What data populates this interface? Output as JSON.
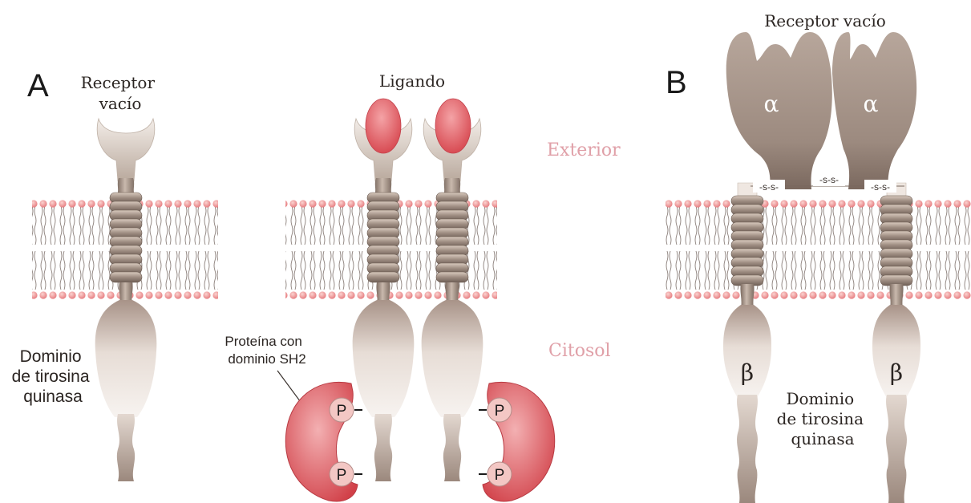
{
  "panels": {
    "a": {
      "letter": "A",
      "receptor_label": [
        "Receptor",
        "vacío"
      ],
      "ligand_label": "Ligando",
      "kinase_label": [
        "Dominio",
        "de tirosina",
        "quinasa"
      ],
      "sh2_label": [
        "Proteína con",
        "dominio SH2"
      ],
      "exterior_label": "Exterior",
      "cytosol_label": "Citosol",
      "phospho": "P"
    },
    "b": {
      "letter": "B",
      "receptor_label": "Receptor vacío",
      "alpha": "α",
      "beta": "β",
      "disulfide": "-s-s-",
      "kinase_label": [
        "Dominio",
        "de tirosina",
        "quinasa"
      ]
    }
  },
  "colors": {
    "receptor": "#a6958a",
    "receptor_light": "#ede4dd",
    "ligand": "#e06068",
    "sh2_protein": "#d9474f",
    "phosphate": "#f3c7c4",
    "membrane_head": "#ea8e8e",
    "exterior_text": "#e0a0a8"
  }
}
